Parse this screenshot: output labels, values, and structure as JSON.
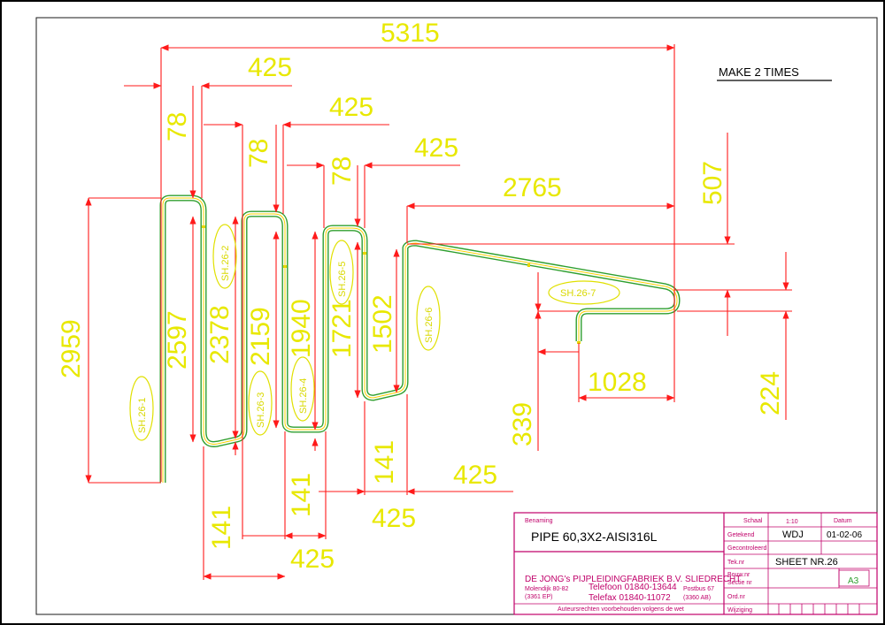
{
  "note": "MAKE 2 TIMES",
  "dimensions": {
    "overall_width": "5315",
    "top_425_a": "425",
    "top_425_b": "425",
    "top_425_c": "425",
    "d78_a": "78",
    "d78_b": "78",
    "d78_c": "78",
    "d2765": "2765",
    "d507": "507",
    "d2959": "2959",
    "d2597": "2597",
    "d2378": "2378",
    "d2159": "2159",
    "d1940": "1940",
    "d1721": "1721",
    "d1502": "1502",
    "d1028": "1028",
    "d224": "224",
    "d339": "339",
    "d141_a": "141",
    "d141_b": "141",
    "d141_c": "141",
    "bot_425_a": "425",
    "bot_425_b": "425",
    "bot_425_c": "425"
  },
  "spools": [
    "SH.26-1",
    "SH.26-2",
    "SH.26-3",
    "SH.26-4",
    "SH.26-5",
    "SH.26-6",
    "SH.26-7"
  ],
  "title_block": {
    "benaming_label": "Benaming",
    "benaming": "PIPE 60,3X2-AISI316L",
    "company": "DE JONG's PIJPLEIDINGFABRIEK B.V. SLIEDRECHT",
    "address": "Molendijk 80-82",
    "postcode": "(3361 EP)",
    "telefoon": "Telefoon 01840-13644",
    "telefax": "Telefax  01840-11072",
    "postbus": "Postbus 67",
    "postbus_code": "(3360 AB)",
    "copyright": "Auteursrechten voorbehouden volgens de wet",
    "schaal_label": "Schaal",
    "schaal": "1:10",
    "datum_label": "Datum",
    "datum": "01-02-06",
    "getekend_label": "Getekend",
    "getekend": "WDJ",
    "gecontroleerd_label": "Gecontroleerd",
    "teknr_label": "Tek.nr",
    "sheet": "SHEET NR.26",
    "bouwnr_label": "Bouw.nr",
    "sectienr_label": "Sectie nr",
    "format": "A3",
    "ordnr_label": "Ord.nr",
    "wijziging_label": "Wijziging"
  }
}
